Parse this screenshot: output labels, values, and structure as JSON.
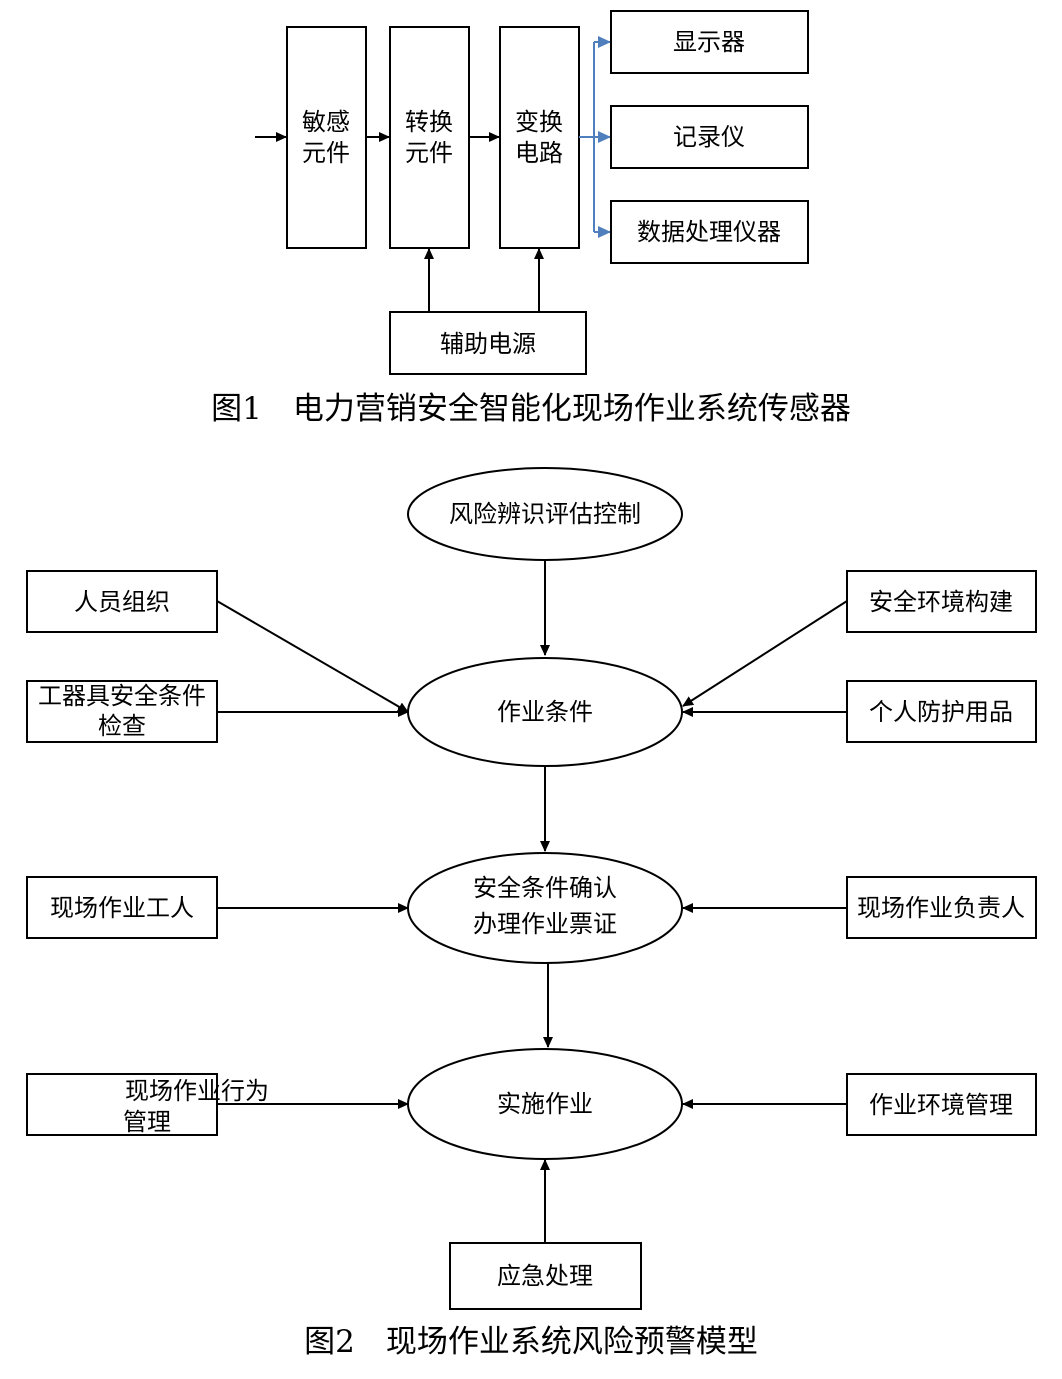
{
  "fig1": {
    "caption": "图1　电力营销安全智能化现场作业系统传感器",
    "sensing_l1": "敏感",
    "sensing_l2": "元件",
    "convert_l1": "转换",
    "convert_l2": "元件",
    "circuit_l1": "变换",
    "circuit_l2": "电路",
    "display": "显示器",
    "recorder": "记录仪",
    "dataproc": "数据处理仪器",
    "power": "辅助电源",
    "output_arrow_color": "#4f7fbd"
  },
  "fig2": {
    "caption": "图2　现场作业系统风险预警模型",
    "risk": "风险辨识评估控制",
    "personnel": "人员组织",
    "safe_env": "安全环境构建",
    "tools_l1": "工器具安全条件",
    "tools_l2": "检查",
    "ppe": "个人防护用品",
    "conditions": "作业条件",
    "workers": "现场作业工人",
    "confirm_l1": "安全条件确认",
    "confirm_l2": "办理作业票证",
    "leader": "现场作业负责人",
    "behavior_l1": "现场作业行为",
    "behavior_l2": "管理",
    "implement": "实施作业",
    "env_mgmt": "作业环境管理",
    "emergency": "应急处理"
  }
}
